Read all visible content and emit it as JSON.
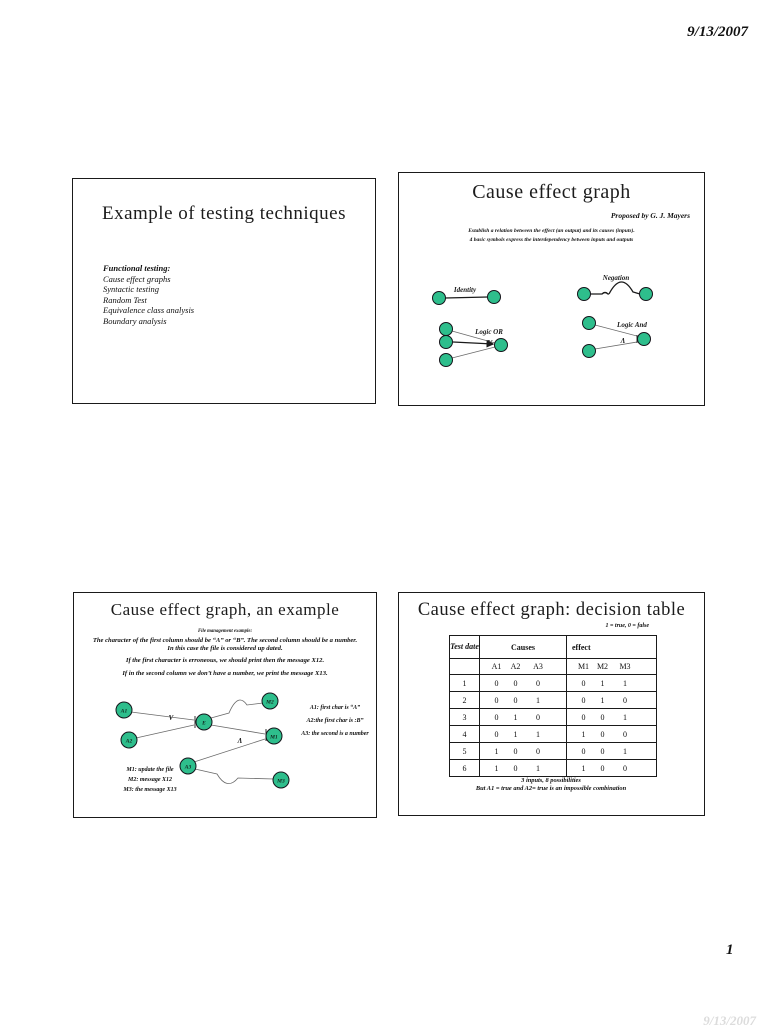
{
  "page": {
    "header_date": "9/13/2007",
    "page_number": "1",
    "footer_ghost": "9/13/2007"
  },
  "colors": {
    "node_green": "#2ebe8c",
    "node_stroke": "#14141a",
    "slide_border": "#1a1a1a"
  },
  "slide1": {
    "title": "Example of testing techniques",
    "list_header": "Functional testing:",
    "items": [
      "Cause effect graphs",
      "Syntactic testing",
      "Random Test",
      "Equivalence class analysis",
      "Boundary analysis"
    ]
  },
  "slide2": {
    "title": "Cause effect graph",
    "proposed_by": "Proposed by G. J. Mayers",
    "intro_line1": "Establish a relation between the effect (an output) and its causes (inputs).",
    "intro_line2": "4 basic symbols express the interdependency between inputs and outputs",
    "diagrams": {
      "identity_label": "Identity",
      "negation_label": "Negation",
      "or_label": "Logic OR",
      "or_symbol": "V",
      "and_label": "Logic And",
      "and_symbol": "Λ"
    }
  },
  "slide3": {
    "title": "Cause effect graph, an example",
    "subtitle": "File management example:",
    "para1": "The character of the first column should be “A” or “B”. The second column should be a number. In this case the file is considered up dated.",
    "para2": "If the first character is erroneous, we should print then the message X12.",
    "para3": "If in the second column we don’t have a number, we print the message X13.",
    "or_symbol": "V",
    "and_symbol": "Λ",
    "nodes": {
      "a1": "A1",
      "a2": "A2",
      "a3": "A3",
      "e": "E",
      "m1": "M1",
      "m2": "M2",
      "m3": "M3"
    },
    "legend_right": [
      "A1: first char is “A”",
      "A2:the first char is :B”",
      "A3: the second is a number"
    ],
    "legend_left": [
      "M1: update the file",
      "M2: message X12",
      "M3: the message X13"
    ]
  },
  "slide4": {
    "title": "Cause effect graph: decision table",
    "legend": "1 = true, 0 = false",
    "table": {
      "col1_header": "Test date",
      "causes_header": "Causes",
      "effect_header": "effect",
      "cause_cols": [
        "A1",
        "A2",
        "A3"
      ],
      "effect_cols": [
        "M1",
        "M2",
        "M3"
      ],
      "rows": [
        {
          "n": "1",
          "causes": [
            "0",
            "0",
            "0"
          ],
          "effects": [
            "0",
            "1",
            "1"
          ]
        },
        {
          "n": "2",
          "causes": [
            "0",
            "0",
            "1"
          ],
          "effects": [
            "0",
            "1",
            "0"
          ]
        },
        {
          "n": "3",
          "causes": [
            "0",
            "1",
            "0"
          ],
          "effects": [
            "0",
            "0",
            "1"
          ]
        },
        {
          "n": "4",
          "causes": [
            "0",
            "1",
            "1"
          ],
          "effects": [
            "1",
            "0",
            "0"
          ]
        },
        {
          "n": "5",
          "causes": [
            "1",
            "0",
            "0"
          ],
          "effects": [
            "0",
            "0",
            "1"
          ]
        },
        {
          "n": "6",
          "causes": [
            "1",
            "0",
            "1"
          ],
          "effects": [
            "1",
            "0",
            "0"
          ]
        }
      ]
    },
    "note1": "3 inputs, 8 possibilities",
    "note2": "But A1 = true and A2= true is an impossible combination"
  }
}
